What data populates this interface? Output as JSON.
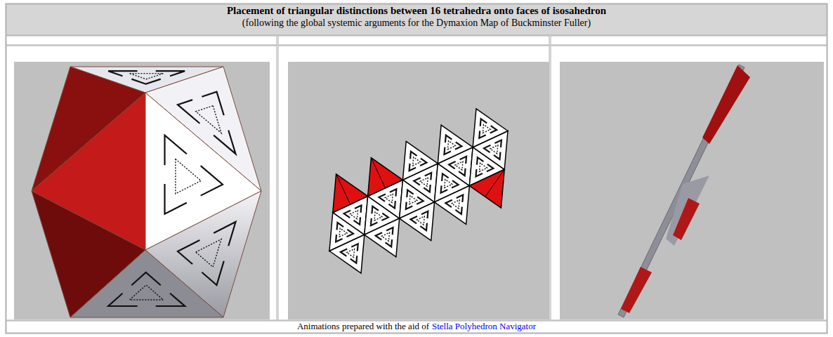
{
  "diagram": {
    "title": "Placement of triangular distinctions between 16 tetrahedra onto faces of isosahedron",
    "labels": [
      "(following the global systemic arguments for the Dymaxion Map of Buckminster Fuller)",
      "Animations prepared with the aid of",
      "Stella Polyhedron Navigator"
    ]
  }
}
